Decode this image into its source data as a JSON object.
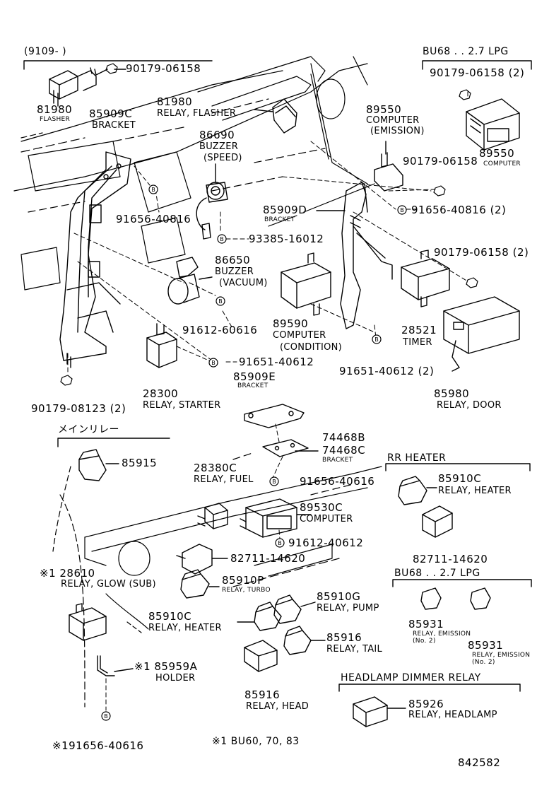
{
  "sections": {
    "date_range": "(9109-      )",
    "lpg_top": "BU68 . . 2.7 LPG",
    "main_relay": "メインリレー",
    "rr_heater": "RR HEATER",
    "lpg_mid": "BU68 . . 2.7 LPG",
    "headlamp_dimmer": "HEADLAMP DIMMER RELAY",
    "footnote": "※1  BU60, 70, 83",
    "diagram_number": "842582"
  },
  "callouts": {
    "c_81980_small_pn": "81980",
    "c_81980_small_desc": "FLASHER",
    "c_90179_06158_a": "90179-06158",
    "c_90179_06158_b": "90179-06158 (2)",
    "c_89550_b_pn": "89550",
    "c_89550_b_desc": "COMPUTER",
    "c_81980_pn": "81980",
    "c_81980_desc": "RELAY, FLASHER",
    "c_85909c_pn": "85909C",
    "c_85909c_desc": "BRACKET",
    "c_86690_pn": "86690",
    "c_86690_desc1": "BUZZER",
    "c_86690_desc2": "(SPEED)",
    "c_89550_pn": "89550",
    "c_89550_desc1": "COMPUTER",
    "c_89550_desc2": "(EMISSION)",
    "c_90179_06158_c": "90179-06158",
    "c_91656_40816": "91656-40816",
    "c_91656_40816_2": "91656-40816 (2)",
    "c_85909d_pn": "85909D",
    "c_85909d_desc": "BRACKET",
    "c_93385_16012": "93385-16012",
    "c_86650_pn": "86650",
    "c_86650_desc1": "BUZZER",
    "c_86650_desc2": "(VACUUM)",
    "c_90179_06158_d": "90179-06158 (2)",
    "c_91612_60616": "91612-60616",
    "c_89590_pn": "89590",
    "c_89590_desc1": "COMPUTER",
    "c_89590_desc2": "(CONDITION)",
    "c_28521_pn": "28521",
    "c_28521_desc": "TIMER",
    "c_91651_40612": "91651-40612",
    "c_91651_40612_2": "91651-40612 (2)",
    "c_90179_08123": "90179-08123 (2)",
    "c_28300_pn": "28300",
    "c_28300_desc": "RELAY, STARTER",
    "c_85909e_pn": "85909E",
    "c_85909e_desc": "BRACKET",
    "c_85980_pn": "85980",
    "c_85980_desc": "RELAY, DOOR",
    "c_74468b_pn": "74468B",
    "c_74468c_pn": "74468C",
    "c_74468_desc": "BRACKET",
    "c_85915_pn": "85915",
    "c_28380c_pn": "28380C",
    "c_28380c_desc": "RELAY, FUEL",
    "c_91656_40616": "91656-40616",
    "c_85910c_a_pn": "85910C",
    "c_85910c_a_desc": "RELAY, HEATER",
    "c_89530c_pn": "89530C",
    "c_89530c_desc": "COMPUTER",
    "c_91612_40612": "91612-40612",
    "c_82711_14620_a": "82711-14620",
    "c_82711_14620_b": "82711-14620",
    "c_28610_pn": "※1  28610",
    "c_28610_desc": "RELAY, GLOW (SUB)",
    "c_85910p_pn": "85910P",
    "c_85910p_desc": "RELAY, TURBO",
    "c_85910g_pn": "85910G",
    "c_85910g_desc": "RELAY, PUMP",
    "c_85910c_b_pn": "85910C",
    "c_85910c_b_desc": "RELAY, HEATER",
    "c_85931_a_pn": "85931",
    "c_85931_a_desc1": "RELAY, EMISSION",
    "c_85931_a_desc2": "(No. 2)",
    "c_85931_b_pn": "85931",
    "c_85931_b_desc1": "RELAY, EMISSION",
    "c_85931_b_desc2": "(No. 2)",
    "c_85916_a_pn": "85916",
    "c_85916_a_desc": "RELAY, TAIL",
    "c_85959a_pn": "※1  85959A",
    "c_85959a_desc": "HOLDER",
    "c_85916_b_pn": "85916",
    "c_85916_b_desc": "RELAY, HEAD",
    "c_85926_pn": "85926",
    "c_85926_desc": "RELAY, HEADLAMP",
    "c_91656_40616_b": "※191656-40616"
  },
  "marker_letter": "B"
}
